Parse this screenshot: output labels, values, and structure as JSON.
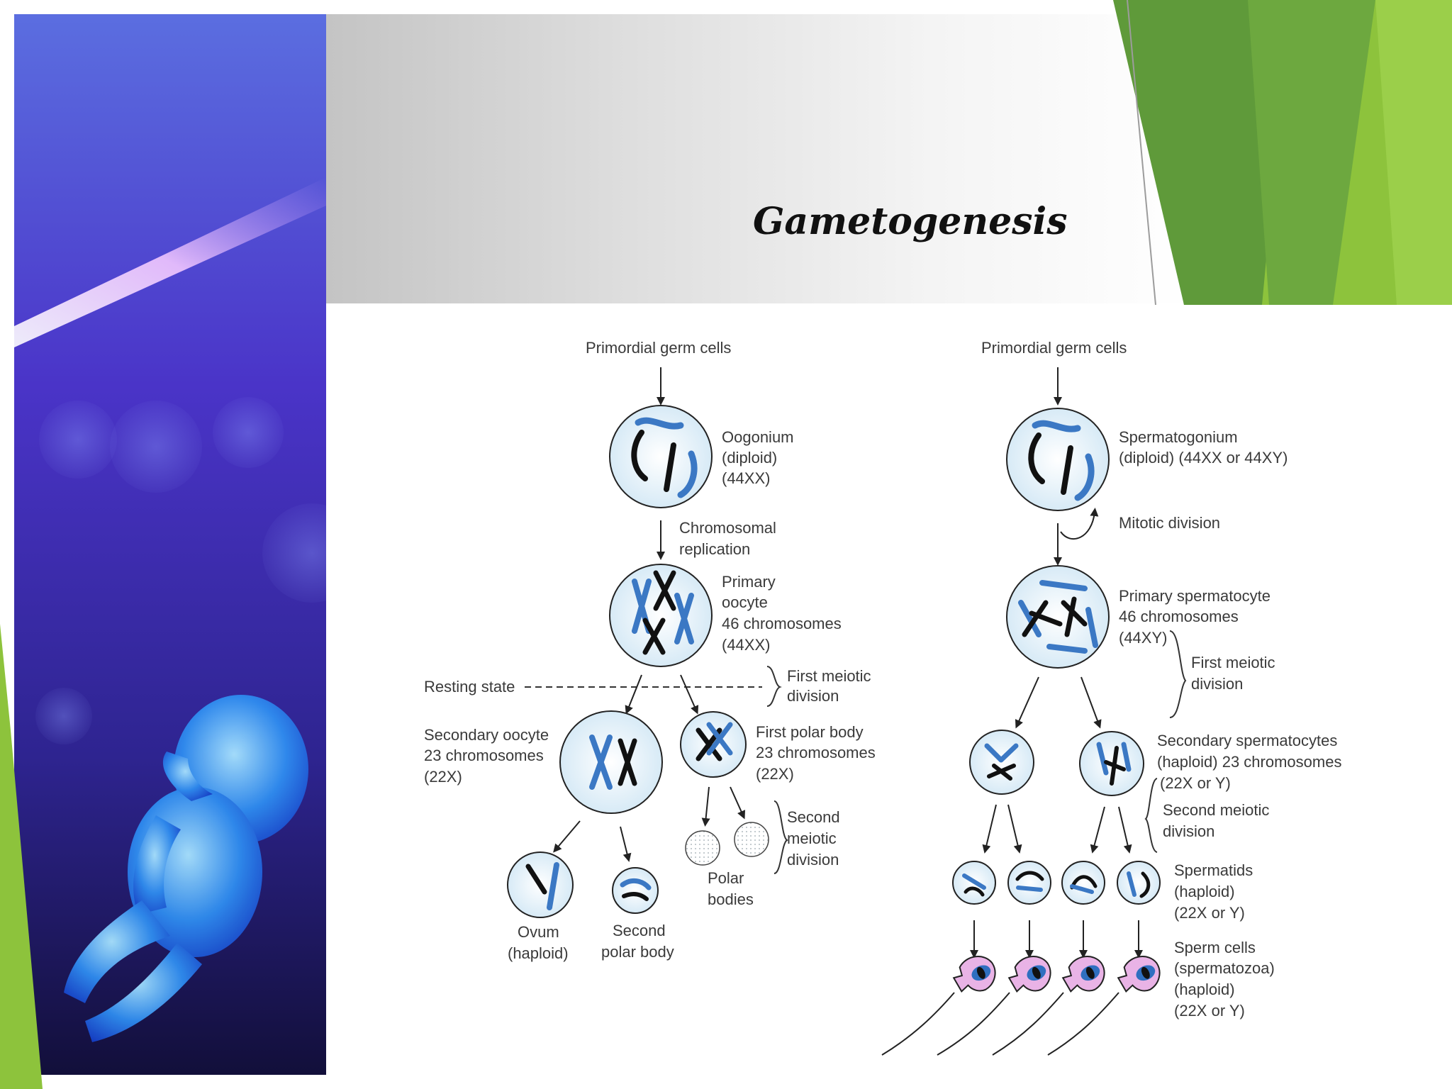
{
  "slide": {
    "title": "Gametogenesis",
    "colors": {
      "green_dark": "#5f9a3a",
      "green_light": "#8dc33c",
      "panel_purple": "#3b2fb0"
    }
  },
  "oogenesis": {
    "start": "Primordial germ cells",
    "oogonium": [
      "Oogonium",
      "(diploid)",
      "(44XX)"
    ],
    "replication": [
      "Chromosomal",
      "replication"
    ],
    "primary_oocyte": [
      "Primary",
      "oocyte",
      "46 chromosomes",
      "(44XX)"
    ],
    "resting_state": "Resting state",
    "first_meiotic": [
      "First meiotic",
      "division"
    ],
    "secondary_oocyte": [
      "Secondary oocyte",
      "23 chromosomes",
      "(22X)"
    ],
    "first_polar_body": [
      "First polar body",
      "23 chromosomes",
      "(22X)"
    ],
    "second_meiotic": [
      "Second",
      "meiotic",
      "division"
    ],
    "polar_bodies": [
      "Polar",
      "bodies"
    ],
    "ovum": [
      "Ovum",
      "(haploid)"
    ],
    "second_polar_body": [
      "Second",
      "polar body"
    ]
  },
  "spermatogenesis": {
    "start": "Primordial germ cells",
    "spermatogonium": [
      "Spermatogonium",
      "(diploid) (44XX or 44XY)"
    ],
    "mitotic": "Mitotic division",
    "primary_spermatocyte": [
      "Primary spermatocyte",
      "46 chromosomes",
      "(44XY)"
    ],
    "first_meiotic": [
      "First meiotic",
      "division"
    ],
    "secondary_spermatocytes": [
      "Secondary spermatocytes",
      "(haploid) 23 chromosomes",
      "(22X or Y)"
    ],
    "second_meiotic": [
      "Second meiotic",
      "division"
    ],
    "spermatids": [
      "Spermatids",
      "(haploid)",
      "(22X or Y)"
    ],
    "sperm_cells": [
      "Sperm cells",
      "(spermatozoa)",
      "(haploid)",
      "(22X or Y)"
    ]
  }
}
